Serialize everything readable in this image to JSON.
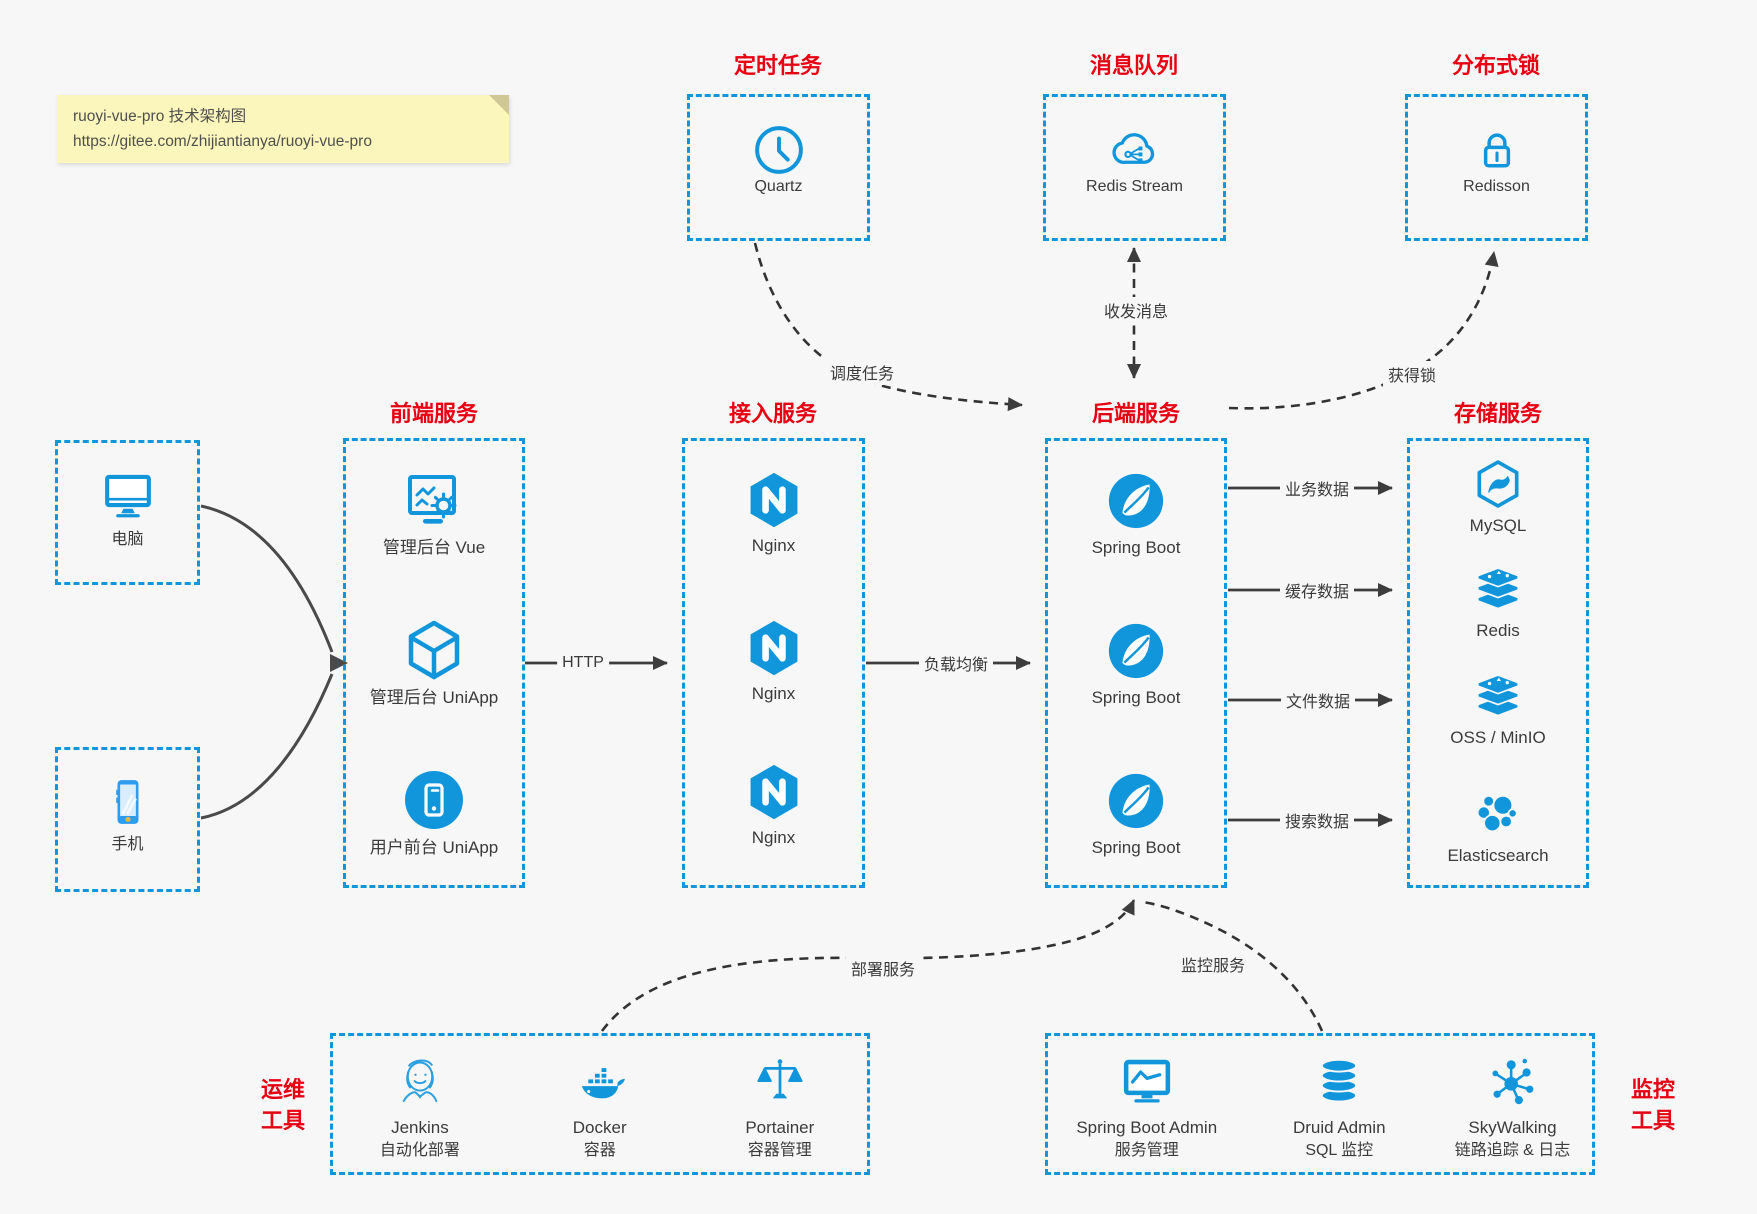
{
  "note": {
    "line1": "ruoyi-vue-pro 技术架构图",
    "line2": "https://gitee.com/zhijiantianya/ruoyi-vue-pro"
  },
  "top_services": [
    {
      "title": "定时任务",
      "label": "Quartz"
    },
    {
      "title": "消息队列",
      "label": "Redis Stream"
    },
    {
      "title": "分布式锁",
      "label": "Redisson"
    }
  ],
  "clients": [
    {
      "label": "电脑"
    },
    {
      "label": "手机"
    }
  ],
  "frontend": {
    "title": "前端服务",
    "items": [
      {
        "label": "管理后台 Vue"
      },
      {
        "label": "管理后台 UniApp"
      },
      {
        "label": "用户前台 UniApp"
      }
    ]
  },
  "gateway": {
    "title": "接入服务",
    "items": [
      {
        "label": "Nginx"
      },
      {
        "label": "Nginx"
      },
      {
        "label": "Nginx"
      }
    ]
  },
  "backend": {
    "title": "后端服务",
    "items": [
      {
        "label": "Spring Boot"
      },
      {
        "label": "Spring Boot"
      },
      {
        "label": "Spring Boot"
      }
    ]
  },
  "storage": {
    "title": "存储服务",
    "items": [
      {
        "label": "MySQL"
      },
      {
        "label": "Redis"
      },
      {
        "label": "OSS / MinIO"
      },
      {
        "label": "Elasticsearch"
      }
    ]
  },
  "edges": {
    "http": "HTTP",
    "load_balance": "负载均衡",
    "schedule": "调度任务",
    "messaging": "收发消息",
    "lock": "获得锁",
    "business": "业务数据",
    "cache": "缓存数据",
    "file": "文件数据",
    "search": "搜索数据",
    "deploy": "部署服务",
    "monitor": "监控服务"
  },
  "ops": {
    "line1": "运维",
    "line2": "工具",
    "items": [
      {
        "name": "Jenkins",
        "desc": "自动化部署"
      },
      {
        "name": "Docker",
        "desc": "容器"
      },
      {
        "name": "Portainer",
        "desc": "容器管理"
      }
    ]
  },
  "monitoring": {
    "line1": "监控",
    "line2": "工具",
    "items": [
      {
        "name": "Spring Boot Admin",
        "desc": "服务管理"
      },
      {
        "name": "Druid Admin",
        "desc": "SQL 监控"
      },
      {
        "name": "SkyWalking",
        "desc": "链路追踪 & 日志"
      }
    ]
  },
  "colors": {
    "accent_blue": "#1296db",
    "title_red": "#e60012",
    "arrow_dark": "#3d3d3d",
    "note_bg": "#fbf6bc",
    "background": "#f7f7f7"
  }
}
